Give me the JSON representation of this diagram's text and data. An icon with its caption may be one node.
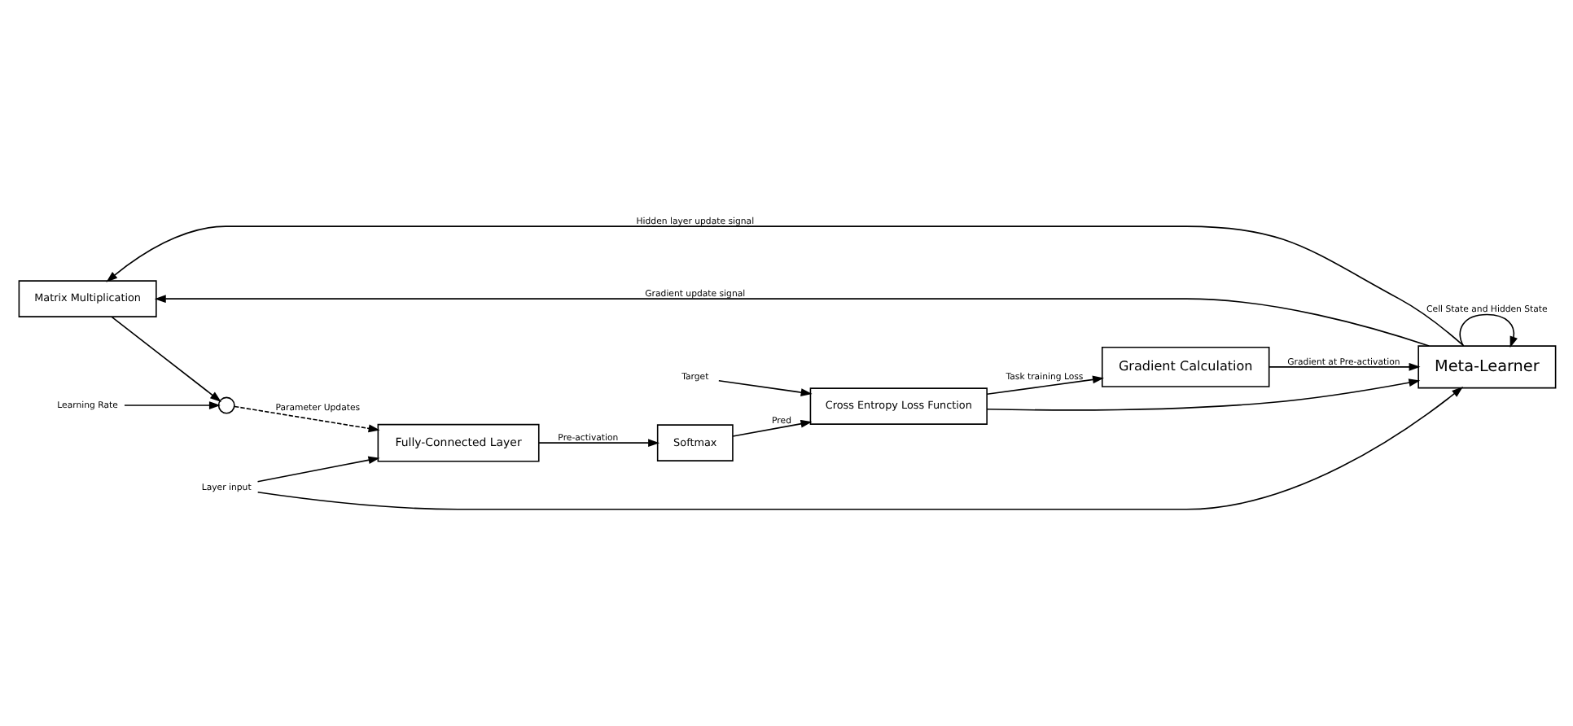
{
  "diagram": {
    "nodes": [
      {
        "text": [
          "Matrix Multiplication"
        ]
      },
      {
        "text": [
          "Meta-Learner"
        ]
      },
      {
        "text": [],
        "shape": "circle"
      },
      {
        "text": [
          "Learning Rate"
        ]
      },
      {
        "text": [
          "Layer input"
        ]
      },
      {
        "text": [
          "Fully-Connected Layer"
        ]
      },
      {
        "text": [
          "Softmax"
        ]
      },
      {
        "text": [
          "Cross Entropy Loss Function"
        ]
      },
      {
        "text": [
          "Target"
        ]
      },
      {
        "text": [
          "Gradient Calculation"
        ]
      }
    ],
    "edges": [
      {
        "from": 1,
        "to": 1,
        "arrow": "to",
        "label": "Cell State and Hidden State"
      },
      {
        "from": 1,
        "to": 0,
        "arrow": "to",
        "label": "Gradient update signal"
      },
      {
        "from": 1,
        "to": 0,
        "arrow": "to",
        "label": "Hidden layer update signal"
      },
      {
        "from": 0,
        "to": 2,
        "arrow": "to"
      },
      {
        "from": 3,
        "to": 2,
        "arrow": "to"
      },
      {
        "from": 2,
        "to": 5,
        "arrow": "to",
        "style": "dashed",
        "label": "Parameter Updates"
      },
      {
        "from": 4,
        "to": 5,
        "arrow": "to"
      },
      {
        "from": 4,
        "to": 1,
        "arrow": "to"
      },
      {
        "from": 5,
        "to": 6,
        "arrow": "to",
        "label": "Pre-activation"
      },
      {
        "from": 6,
        "to": 7,
        "arrow": "to",
        "label": "Pred"
      },
      {
        "from": 8,
        "to": 7,
        "arrow": "to"
      },
      {
        "from": 7,
        "to": 9,
        "arrow": "to",
        "label": "Task training Loss"
      },
      {
        "from": 7,
        "to": 1,
        "arrow": "to"
      },
      {
        "from": 9,
        "to": 1,
        "arrow": "to",
        "label": "Gradient at Pre-activation"
      }
    ]
  }
}
